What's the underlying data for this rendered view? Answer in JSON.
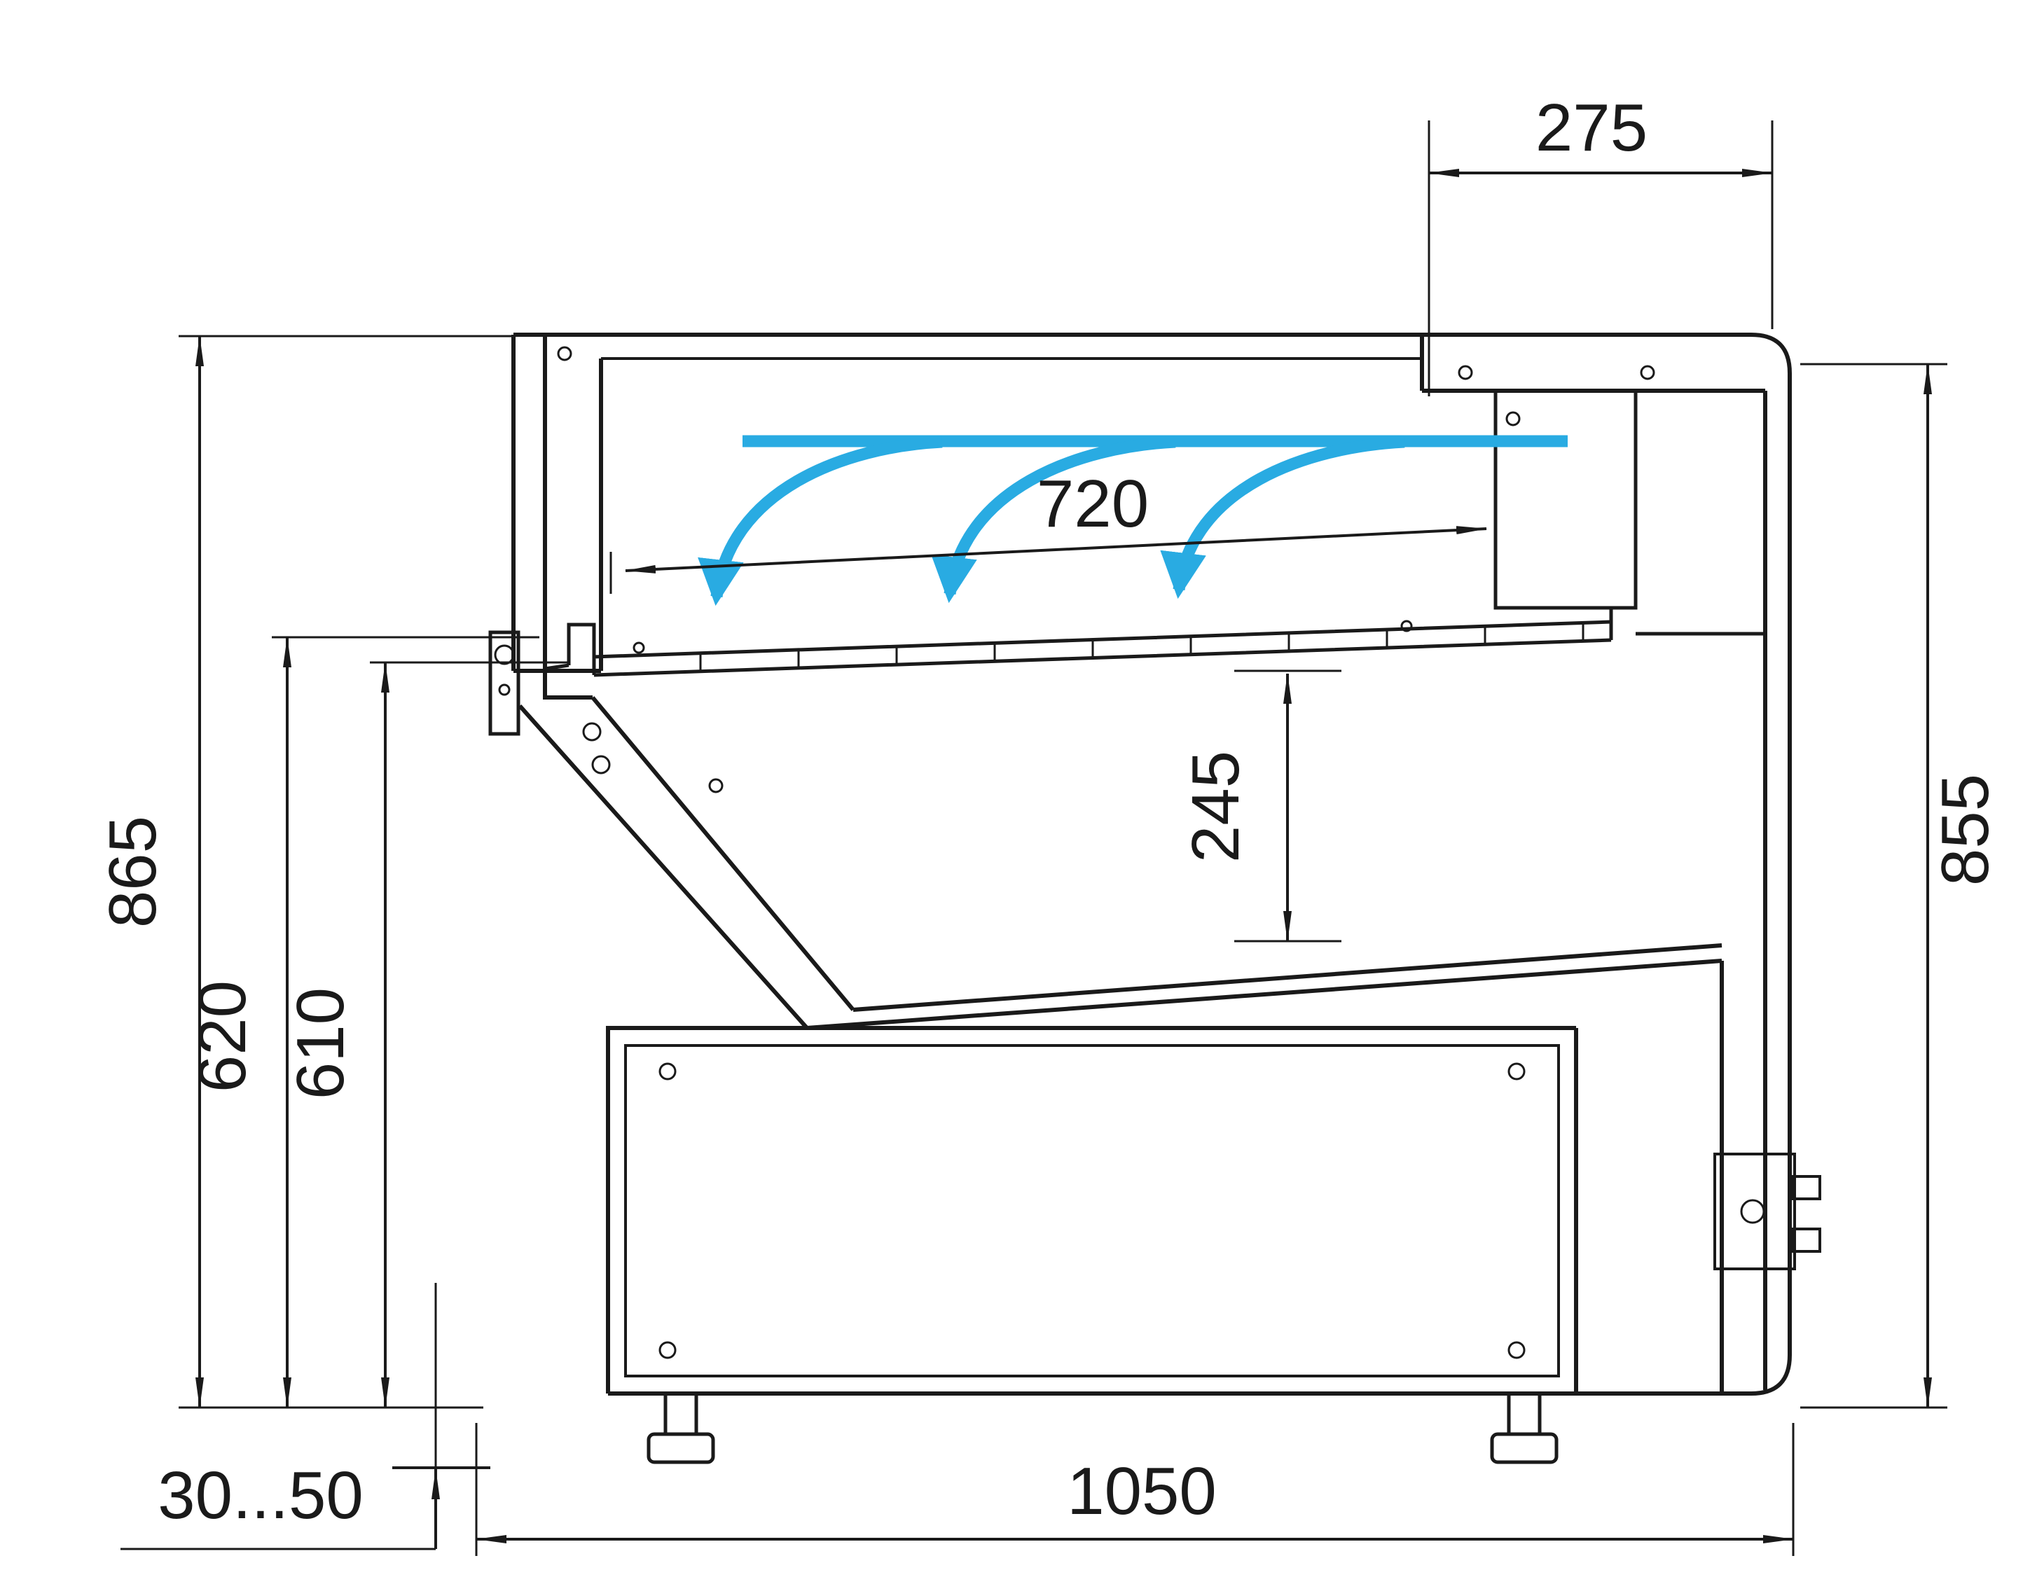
{
  "dims": {
    "top_width": "275",
    "deck_width": "720",
    "well_depth": "245",
    "height_front_total": "865",
    "height_620": "620",
    "height_610": "610",
    "height_back": "855",
    "depth_total": "1050",
    "feet_range": "30...50"
  },
  "colors": {
    "airflow": "#29ABE2",
    "ink": "#1a1a1a"
  }
}
